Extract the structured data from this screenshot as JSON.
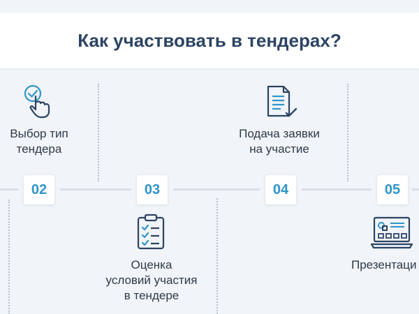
{
  "header": {
    "title": "Как участвовать в тендерах?"
  },
  "steps": [
    {
      "number": "02",
      "icon": "cursor-click-icon",
      "label_lines": [
        "Выбор тип",
        "тендера"
      ]
    },
    {
      "number": "03",
      "icon": "checklist-clipboard-icon",
      "label_lines": [
        "Оценка",
        "условий участия",
        "в тендере"
      ]
    },
    {
      "number": "04",
      "icon": "document-check-icon",
      "label_lines": [
        "Подача заявки",
        "на участие"
      ]
    },
    {
      "number": "05",
      "icon": "presentation-laptop-icon",
      "label_lines": [
        "Презентаци"
      ]
    }
  ],
  "colors": {
    "accent": "#2f95c8",
    "icon_stroke": "#2c4464",
    "text": "#2e3a48",
    "background": "#f1f4f8"
  }
}
